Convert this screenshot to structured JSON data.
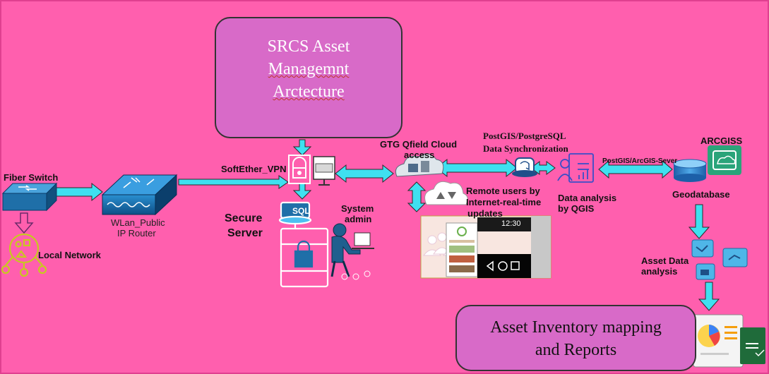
{
  "title_box": {
    "line1": "SRCS Asset",
    "line2": "Managemnt",
    "line3": "Arctecture"
  },
  "report_box": {
    "line1": "Asset Inventory mapping",
    "line2": "and Reports"
  },
  "labels": {
    "fiber_switch": "Fiber Switch",
    "local_network": "Local Network",
    "router_line1": "WLan_Public",
    "router_line2": "IP Router",
    "vpn": "SoftEther_VPN",
    "secure_line1": "Secure",
    "secure_line2": "Server",
    "sysadmin_line1": "System",
    "sysadmin_line2": "admin",
    "sql": "SQL",
    "cloud_line1": "GTG Qfield Cloud",
    "cloud_line2": "access",
    "remote_line1": "Remote users by",
    "remote_line2": "Internet-real-time",
    "remote_line3": "updates",
    "sync_line1": "PostGIS/PostgreSQL",
    "sync_line2": "Data Synchronization",
    "data_analysis_line1": "Data analysis",
    "data_analysis_line2": "by QGIS",
    "postgis_server": "PostGIS/ArcGIS-Sever",
    "arcgis": "ARCGISS",
    "geodatabase": "Geodatabase",
    "asset_data_line1": "Asset Data",
    "asset_data_line2": "analysis",
    "phone_time": "12:30"
  },
  "colors": {
    "background": "#ff5fae",
    "box_fill": "#d86ac8",
    "arrow": "#3fe0f0",
    "device": "#1f6fa8"
  }
}
